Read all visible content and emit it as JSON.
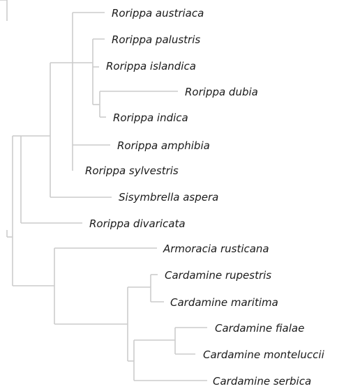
{
  "tree": {
    "line_color": "#cccccc",
    "text_color": "#1a1a1a",
    "leaves": [
      {
        "id": "austriaca",
        "label": "Rorippa austriaca"
      },
      {
        "id": "palustris",
        "label": "Rorippa palustris"
      },
      {
        "id": "islandica",
        "label": "Rorippa islandica"
      },
      {
        "id": "dubia",
        "label": "Rorippa dubia"
      },
      {
        "id": "indica",
        "label": "Rorippa indica"
      },
      {
        "id": "amphibia",
        "label": "Rorippa amphibia"
      },
      {
        "id": "sylvestris",
        "label": "Rorippa sylvestris"
      },
      {
        "id": "aspera",
        "label": "Sisymbrella aspera"
      },
      {
        "id": "divaricata",
        "label": "Rorippa divaricata"
      },
      {
        "id": "rusticana",
        "label": "Armoracia rusticana"
      },
      {
        "id": "rupestris",
        "label": "Cardamine rupestris"
      },
      {
        "id": "maritima",
        "label": "Cardamine maritima"
      },
      {
        "id": "fialae",
        "label": "Cardamine fialae"
      },
      {
        "id": "monteluccii",
        "label": "Cardamine monteluccii"
      },
      {
        "id": "serbica",
        "label": "Cardamine serbica"
      }
    ]
  }
}
